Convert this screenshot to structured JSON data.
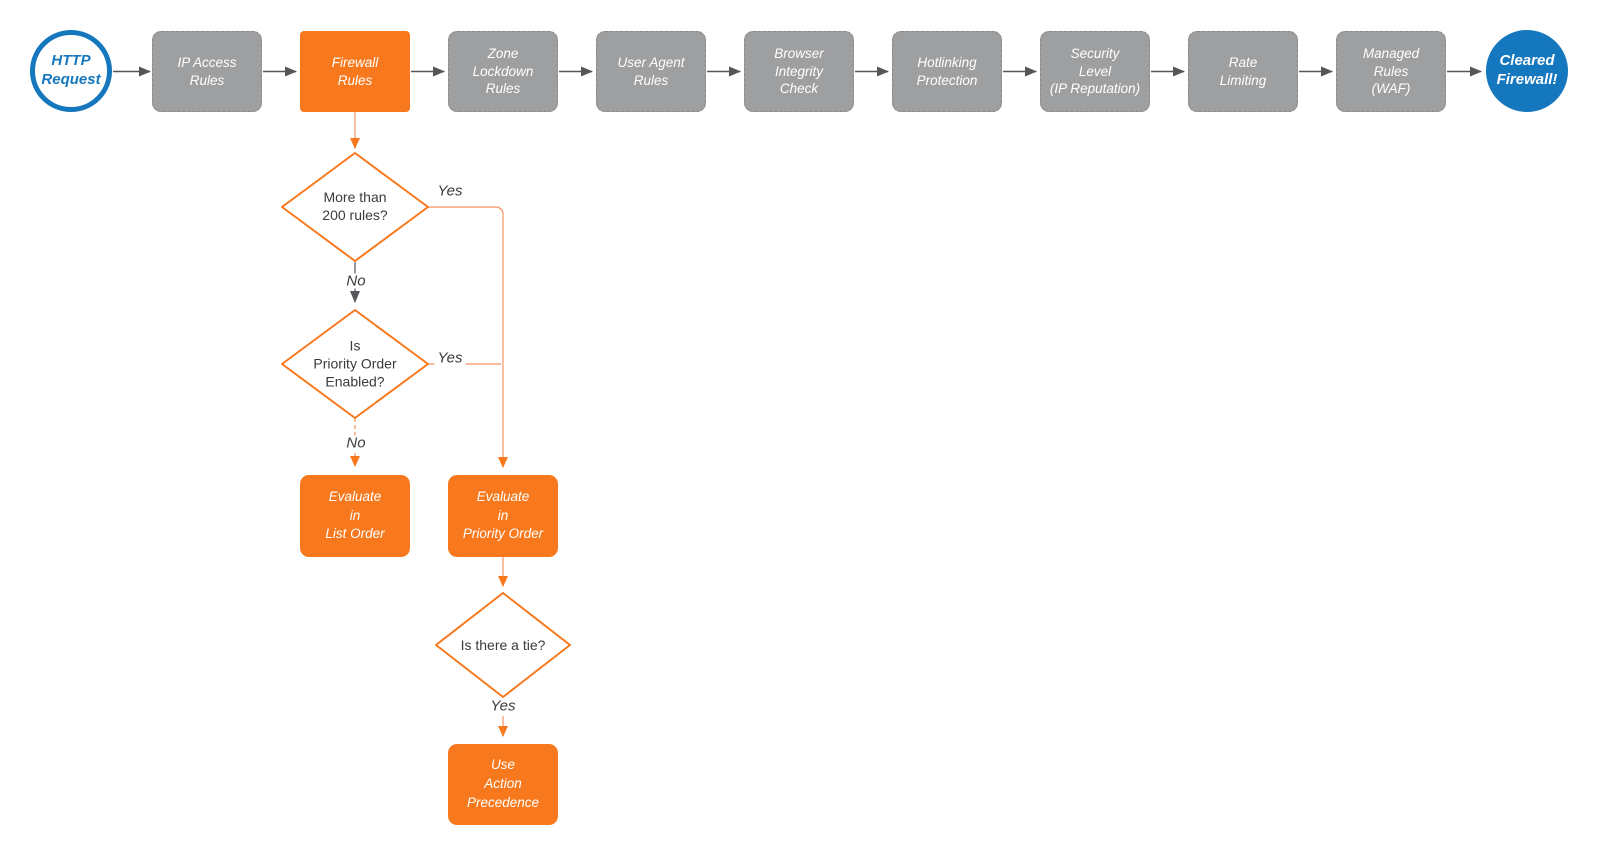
{
  "colors": {
    "orange": "#F8791D",
    "orange-light": "#F5A478",
    "gray-fill": "#9E9FA1",
    "gray-border": "#8A8A8A",
    "gray-line": "#55565A",
    "blue": "#1577BD",
    "ink": "#3B3B3F"
  },
  "flow": {
    "start": {
      "label": "HTTP\nRequest"
    },
    "stages": [
      {
        "label": "IP Access\nRules",
        "variant": "gray"
      },
      {
        "label": "Firewall\nRules",
        "variant": "orange"
      },
      {
        "label": "Zone\nLockdown\nRules",
        "variant": "gray"
      },
      {
        "label": "User Agent\nRules",
        "variant": "gray"
      },
      {
        "label": "Browser\nIntegrity\nCheck",
        "variant": "gray"
      },
      {
        "label": "Hotlinking\nProtection",
        "variant": "gray"
      },
      {
        "label": "Security\nLevel\n(IP Reputation)",
        "variant": "gray"
      },
      {
        "label": "Rate\nLimiting",
        "variant": "gray"
      },
      {
        "label": "Managed\nRules\n(WAF)",
        "variant": "gray"
      }
    ],
    "end": {
      "label": "Cleared\nFirewall!"
    },
    "decisions": [
      {
        "label": "More than\n200 rules?"
      },
      {
        "label": "Is\nPriority Order\nEnabled?"
      },
      {
        "label": "Is there a tie?"
      }
    ],
    "actions": [
      {
        "label": "Evaluate\nin\nList Order"
      },
      {
        "label": "Evaluate\nin\nPriority Order"
      },
      {
        "label": "Use\nAction\nPrecedence"
      }
    ],
    "edge_labels": {
      "d1_yes": "Yes",
      "d1_no": "No",
      "d2_yes": "Yes",
      "d2_no": "No",
      "d3_yes": "Yes"
    }
  }
}
